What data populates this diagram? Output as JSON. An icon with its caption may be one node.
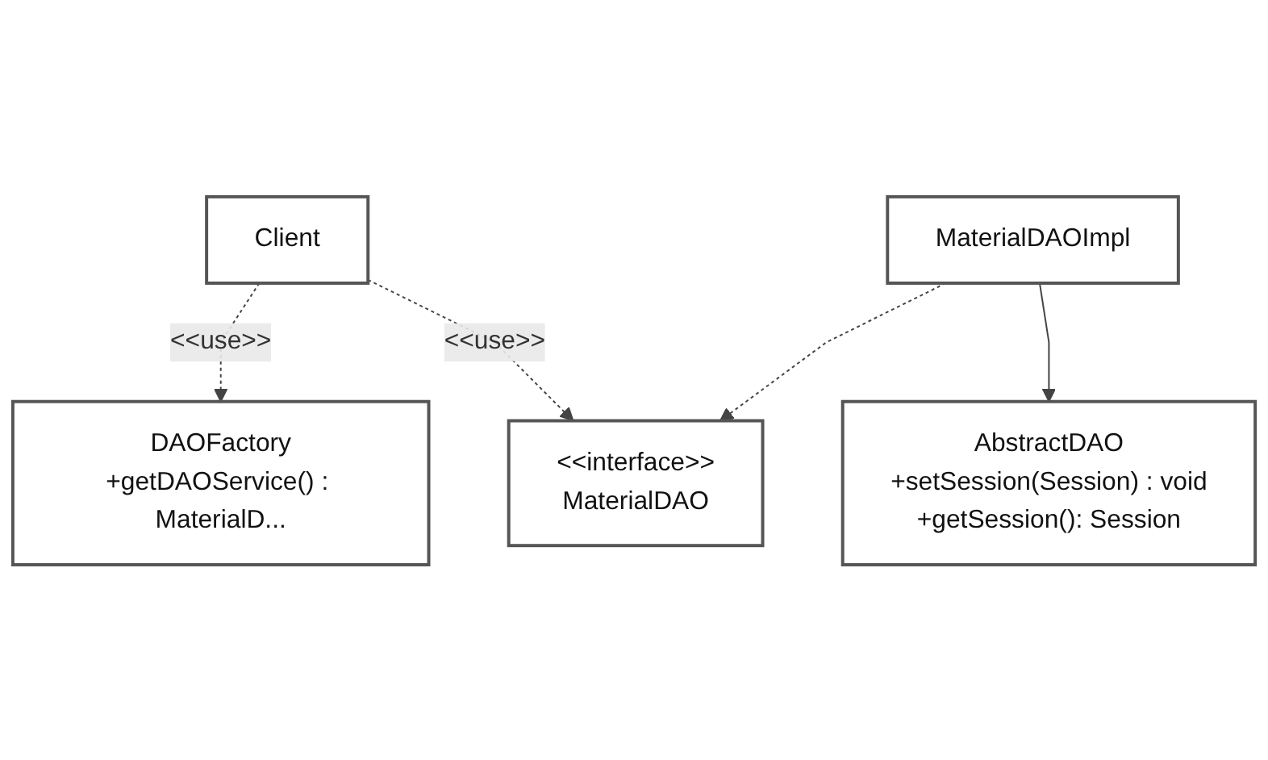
{
  "diagram": {
    "nodes": [
      {
        "text": [
          "Client"
        ]
      },
      {
        "text": [
          "DAOFactory",
          "+getDAOService() : MaterialD..."
        ]
      },
      {
        "text": [
          "<<interface>>",
          "MaterialDAO"
        ]
      },
      {
        "text": [
          "AbstractDAO",
          "+setSession(Session) : void",
          "+getSession(): Session"
        ]
      },
      {
        "text": [
          "MaterialDAOImpl"
        ]
      }
    ],
    "edges": [
      {
        "from": 0,
        "to": 1,
        "arrow": "to",
        "style": "dashed",
        "label": "<<use>>"
      },
      {
        "from": 0,
        "to": 2,
        "arrow": "to",
        "style": "dashed",
        "label": "<<use>>"
      },
      {
        "from": 4,
        "to": 2,
        "arrow": "to",
        "style": "dashed"
      },
      {
        "from": 4,
        "to": 3,
        "arrow": "to"
      }
    ]
  }
}
